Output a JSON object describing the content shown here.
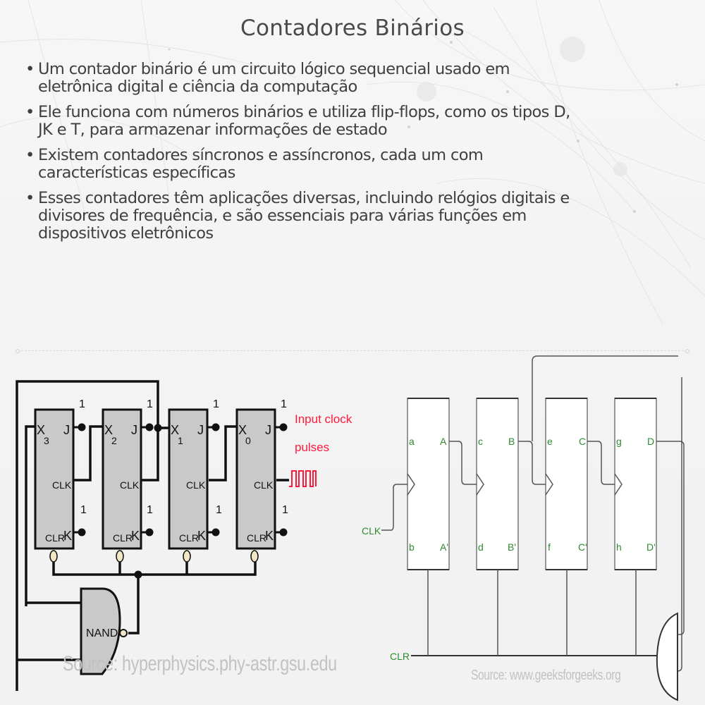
{
  "title": "Contadores Binários",
  "bullets": [
    "Um contador binário é um circuito lógico sequencial usado em eletrônica digital e ciência da computação",
    "Ele funciona com números binários e utiliza flip-flops, como os tipos D, JK e T, para armazenar informações de estado",
    "Existem contadores síncronos e assíncronos, cada um com características específicas",
    "Esses contadores têm aplicações diversas, incluindo relógios digitais e divisores de frequência, e são essenciais para várias funções em dispositivos eletrônicos"
  ],
  "bullet_lines": [
    [
      "Um contador binário é um circuito lógico sequencial usado em",
      "eletrônica digital e ciência da computação"
    ],
    [
      "Ele funciona com números binários e utiliza flip-flops, como os tipos D,",
      "JK e T, para armazenar informações de estado"
    ],
    [
      "Existem contadores síncronos e assíncronos, cada um com",
      "características específicas"
    ],
    [
      "Esses contadores têm aplicações diversas, incluindo relógios digitais e",
      "divisores de frequência, e são essenciais para várias funções em",
      "dispositivos eletrônicos"
    ]
  ],
  "bullet_symbol": "•",
  "left_diagram": {
    "flipflops": [
      {
        "name": "X",
        "sub": "3",
        "j": "J",
        "k": "K",
        "clk": "CLK",
        "clr": "CLR",
        "tie": "1"
      },
      {
        "name": "X",
        "sub": "2",
        "j": "J",
        "k": "K",
        "clk": "CLK",
        "clr": "CLR",
        "tie": "1"
      },
      {
        "name": "X",
        "sub": "1",
        "j": "J",
        "k": "K",
        "clk": "CLK",
        "clr": "CLR",
        "tie": "1"
      },
      {
        "name": "X",
        "sub": "0",
        "j": "J",
        "k": "K",
        "clk": "CLK",
        "clr": "CLR",
        "tie": "1"
      }
    ],
    "gate_label": "NAND",
    "clock_label_line1": "Input clock",
    "clock_label_line2": "pulses",
    "source": "Source: hyperphysics.phy-astr.gsu.edu",
    "colors": {
      "box_fill": "#c9c9c9",
      "wire": "#111111",
      "clock": "#ff1a3c",
      "bubble": "#f3e6c6"
    }
  },
  "right_diagram": {
    "flipflops": [
      {
        "in1": "a",
        "out1": "A",
        "in2": "b",
        "out2": "A'"
      },
      {
        "in1": "c",
        "out1": "B",
        "in2": "d",
        "out2": "B'"
      },
      {
        "in1": "e",
        "out1": "C",
        "in2": "f",
        "out2": "C'"
      },
      {
        "in1": "g",
        "out1": "D",
        "in2": "h",
        "out2": "D'"
      }
    ],
    "clk_label": "CLK",
    "clr_label": "CLR",
    "source": "Source: www.geeksforgeeks.org",
    "colors": {
      "label": "#2e8b2e",
      "wire": "#555555",
      "box_border": "#777777"
    }
  }
}
